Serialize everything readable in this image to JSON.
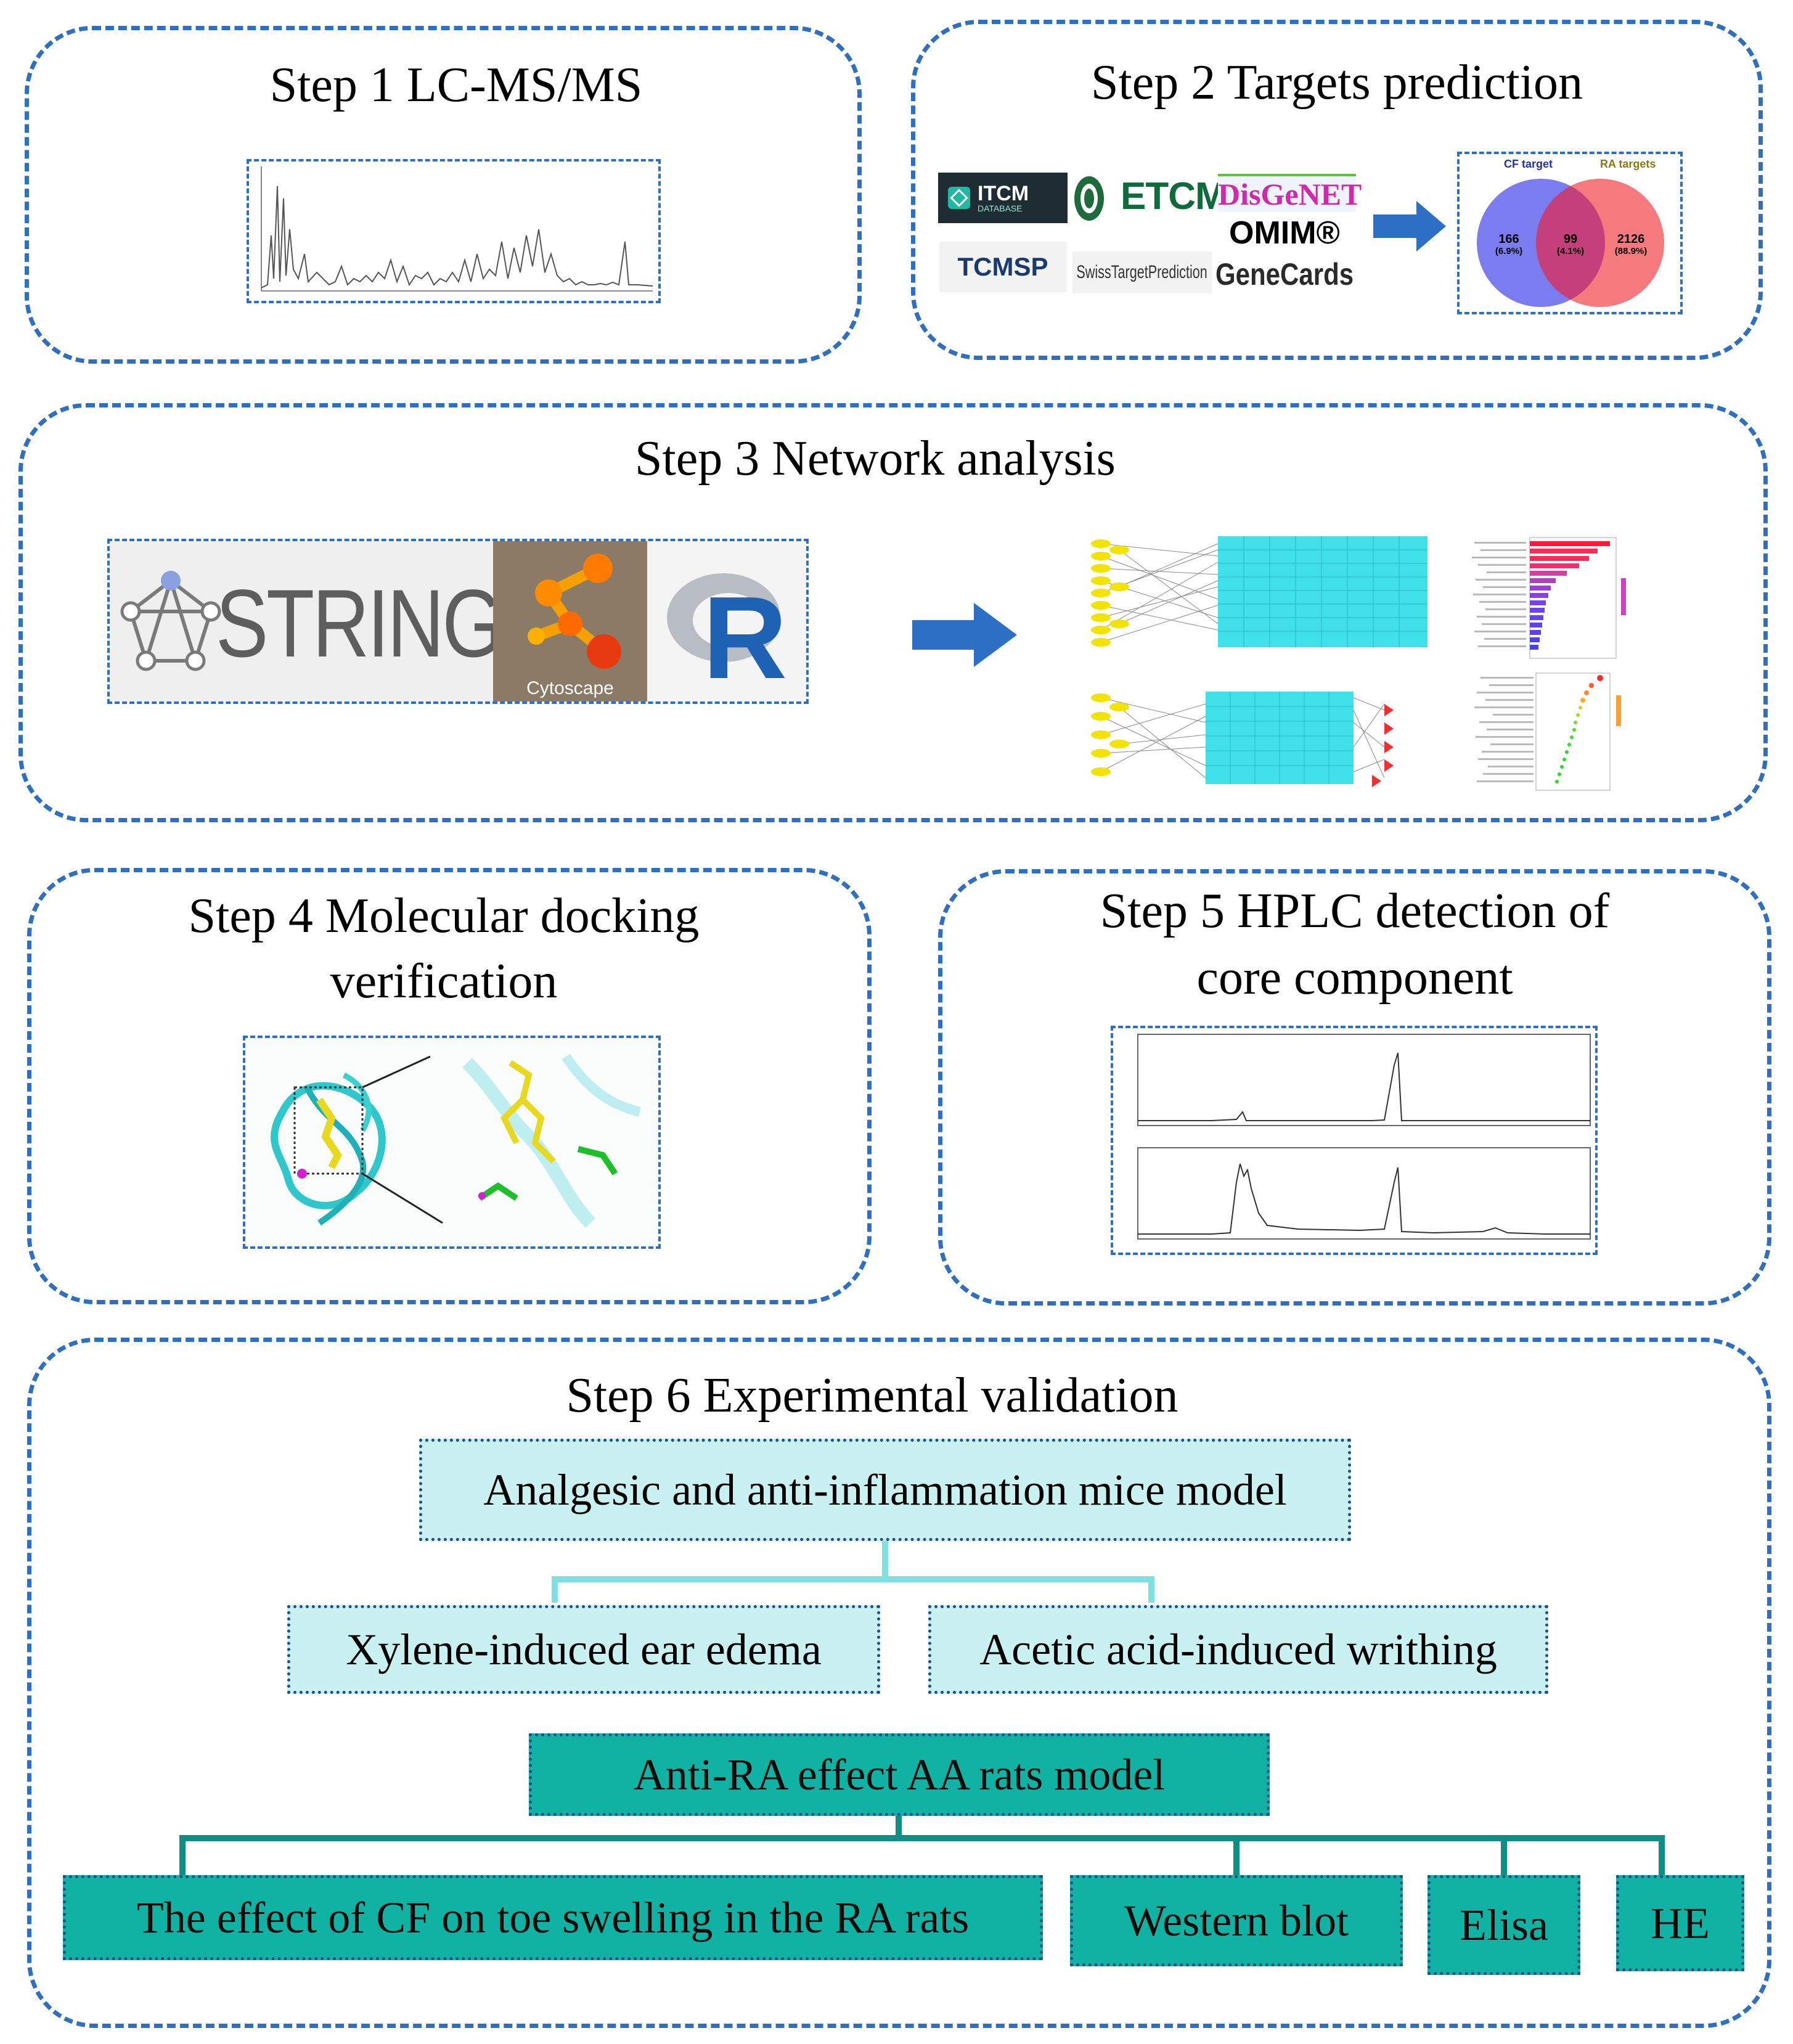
{
  "steps": {
    "s1": {
      "title": "Step 1 LC-MS/MS"
    },
    "s2": {
      "title": "Step 2 Targets prediction",
      "db": {
        "itcm": "ITCM",
        "itcm_sub": "DATABASE",
        "etcm": "ETCM",
        "disgenet": "DisGeNET",
        "omim": "OMIM®",
        "tcmsp": "TCMSP",
        "swiss": "SwissTargetPrediction",
        "genecards": "GeneCards"
      },
      "venn": {
        "left_label": "CF target",
        "right_label": "RA targets",
        "left_count": "166",
        "left_pct": "(6.9%)",
        "mid_count": "99",
        "mid_pct": "(4.1%)",
        "right_count": "2126",
        "right_pct": "(88.9%)"
      }
    },
    "s3": {
      "title": "Step 3 Network analysis",
      "string": "STRING",
      "cytoscape": "Cytoscape",
      "r": "R"
    },
    "s4": {
      "title_line1": "Step 4 Molecular docking",
      "title_line2": "verification"
    },
    "s5": {
      "title_line1": "Step 5 HPLC detection of",
      "title_line2": "core component"
    },
    "s6": {
      "title": "Step 6 Experimental validation",
      "mice_model": "Analgesic and anti-inflammation mice model",
      "xylene": "Xylene-induced ear edema",
      "acetic": "Acetic acid-induced writhing",
      "ra_model": "Anti-RA effect AA rats model",
      "toe": "The effect of CF on toe swelling in the RA rats",
      "western": "Western blot",
      "elisa": "Elisa",
      "he": "HE"
    }
  },
  "colors": {
    "dash_border": "#2e6fc0",
    "light_box": "#c9f1f1",
    "dark_box": "#10b3a3",
    "light_connector": "#7ee0e0",
    "dark_connector": "#0e8f86",
    "arrow": "#2d6fc5",
    "venn_left": "#7b7cf0",
    "venn_right": "#f57a7e",
    "venn_overlap": "#c3407a"
  }
}
